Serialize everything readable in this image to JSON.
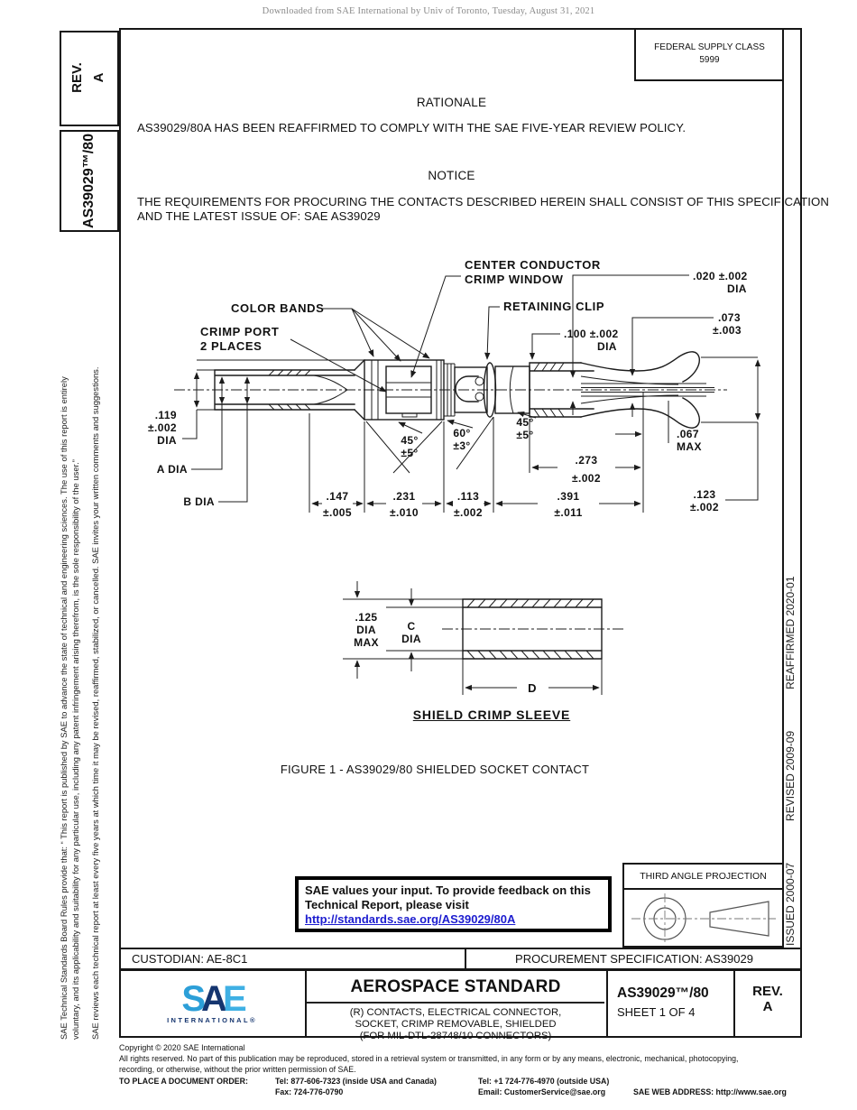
{
  "page_header": {
    "download_notice": "Downloaded from SAE International by Univ of Toronto, Tuesday, August 31, 2021"
  },
  "sidebar": {
    "rev_label": "REV.",
    "rev_value": "A",
    "doc_number": "AS39029™/80",
    "legal_line1": "SAE Technical Standards Board Rules provide that: “ This report is published by SAE to advance the state of technical and engineering sciences. The use of this report is entirely",
    "legal_line2": "voluntary, and its applicability and suitability for any particular use, including any patent infringement arising therefrom, is the sole responsibility of the user.”",
    "legal_line3": "SAE reviews each technical report at least every five years at which time it may be revised, reaffirmed, stabilized, or cancelled. SAE invites your written comments and suggestions."
  },
  "right_column": {
    "issued": "ISSUED 2000-07",
    "revised": "REVISED 2009-09",
    "reaffirmed": "REAFFIRMED 2020-01"
  },
  "federal_supply": {
    "label": "FEDERAL SUPPLY CLASS",
    "value": "5999"
  },
  "rationale": {
    "heading": "RATIONALE",
    "body": "AS39029/80A HAS BEEN REAFFIRMED TO COMPLY WITH THE SAE FIVE-YEAR REVIEW POLICY."
  },
  "notice": {
    "heading": "NOTICE",
    "line1": "THE REQUIREMENTS FOR PROCURING THE CONTACTS DESCRIBED HEREIN SHALL CONSIST OF THIS SPECIFICATION",
    "line2": "AND THE LATEST ISSUE OF:  SAE AS39029"
  },
  "figure": {
    "caption": "FIGURE 1 - AS39029/80 SHIELDED SOCKET CONTACT",
    "labels": {
      "center_conductor_line1": "CENTER CONDUCTOR",
      "center_conductor_line2": "CRIMP WINDOW",
      "color_bands": "COLOR BANDS",
      "crimp_port_line1": "CRIMP PORT",
      "crimp_port_line2": "2 PLACES",
      "retaining_clip": "RETAINING CLIP",
      "sleeve_title": "SHIELD CRIMP SLEEVE"
    },
    "dims": {
      "d020": {
        "v": ".020 ±.002",
        "dia": "DIA"
      },
      "d073": {
        "v": ".073",
        "t": "±.003"
      },
      "d100": {
        "v": ".100 ±.002",
        "dia": "DIA"
      },
      "d119": {
        "v": ".119",
        "t": "±.002",
        "dia": "DIA"
      },
      "a_dia": "A DIA",
      "b_dia": "B DIA",
      "d147": {
        "v": ".147",
        "t": "±.005"
      },
      "d231": {
        "v": ".231",
        "t": "±.010"
      },
      "d113": {
        "v": ".113",
        "t": "±.002"
      },
      "d273": {
        "v": ".273",
        "t": "±.002"
      },
      "d391": {
        "v": ".391",
        "t": "±.011"
      },
      "d123": {
        "v": ".123",
        "t": "±.002"
      },
      "d067": {
        "v": ".067",
        "t": "MAX"
      },
      "ang45": {
        "v": "45°",
        "t": "±5°"
      },
      "ang60": {
        "v": "60°",
        "t": "±3°"
      },
      "s125": {
        "v": ".125",
        "l2": "DIA",
        "l3": "MAX"
      },
      "c_dia": {
        "v": "C",
        "l2": "DIA"
      },
      "d_len": "D"
    }
  },
  "feedback_box": {
    "line1": "SAE values your input. To provide feedback on this",
    "line2": "Technical Report, please visit",
    "link": "http://standards.sae.org/AS39029/80A"
  },
  "projection": {
    "label": "THIRD ANGLE PROJECTION"
  },
  "footer": {
    "custodian": "CUSTODIAN: AE-8C1",
    "procurement": "PROCUREMENT SPECIFICATION: AS39029",
    "logo": {
      "s": "S",
      "a": "A",
      "e": "E",
      "sub": "INTERNATIONAL®"
    },
    "title": "AEROSPACE STANDARD",
    "subtitle1": "(R) CONTACTS, ELECTRICAL CONNECTOR,",
    "subtitle2": "SOCKET, CRIMP REMOVABLE, SHIELDED",
    "subtitle3": "(FOR MIL-DTL-28748/10 CONNECTORS)",
    "doc_number": "AS39029™/80",
    "sheet": "SHEET 1 OF 4",
    "rev_label": "REV.",
    "rev_value": "A"
  },
  "copyright": {
    "line1": "Copyright © 2020 SAE International",
    "line2": "All rights reserved. No part of this publication may be reproduced, stored in a retrieval system or transmitted, in any form or by any means, electronic, mechanical, photocopying,",
    "line3": "recording, or otherwise, without the prior written permission of SAE.",
    "order_label": "TO PLACE A DOCUMENT ORDER:",
    "tel_inside": "Tel: 877-606-7323 (inside USA and Canada)",
    "tel_outside": "Tel: +1 724-776-4970 (outside USA)",
    "fax": "Fax: 724-776-0790",
    "email": "Email: CustomerService@sae.org",
    "web": "SAE WEB ADDRESS: http://www.sae.org"
  },
  "colors": {
    "link": "#1c1ccf",
    "logo_light": "#2C9FD8",
    "logo_mid": "#3FB0E4",
    "logo_dark": "#15356F"
  }
}
